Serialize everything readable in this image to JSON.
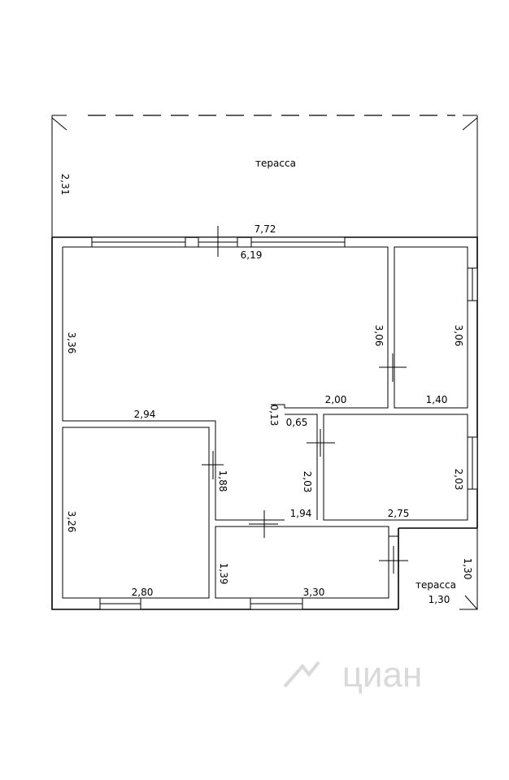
{
  "plan": {
    "terrace_top_label": "терасса",
    "terrace_small_label": "терасса",
    "dims": {
      "terrace_depth": "2,31",
      "overall_width": "7,72",
      "living_width": "6,19",
      "living_height": "3,36",
      "living_height_right": "3,06",
      "right_room_height": "3,06",
      "right_room_width": "1,40",
      "corridor_width": "2,00",
      "step_013": "0,13",
      "door_065": "0,65",
      "bedroom_left_width": "2,94",
      "bedroom_left_width_inner": "2,80",
      "bedroom_left_height": "3,26",
      "hall_height": "1,88",
      "hall_width": "1,94",
      "mid_room_height": "2,03",
      "mid_room_height_right": "2,03",
      "mid_room_width": "2,75",
      "bath_height": "1,39",
      "bath_width": "3,30",
      "small_terrace_height": "1,30",
      "small_terrace_width": "1,30"
    }
  },
  "watermark": {
    "text": "циан"
  },
  "colors": {
    "line": "#000000",
    "background": "#ffffff",
    "watermark": "#d9d9d9"
  }
}
